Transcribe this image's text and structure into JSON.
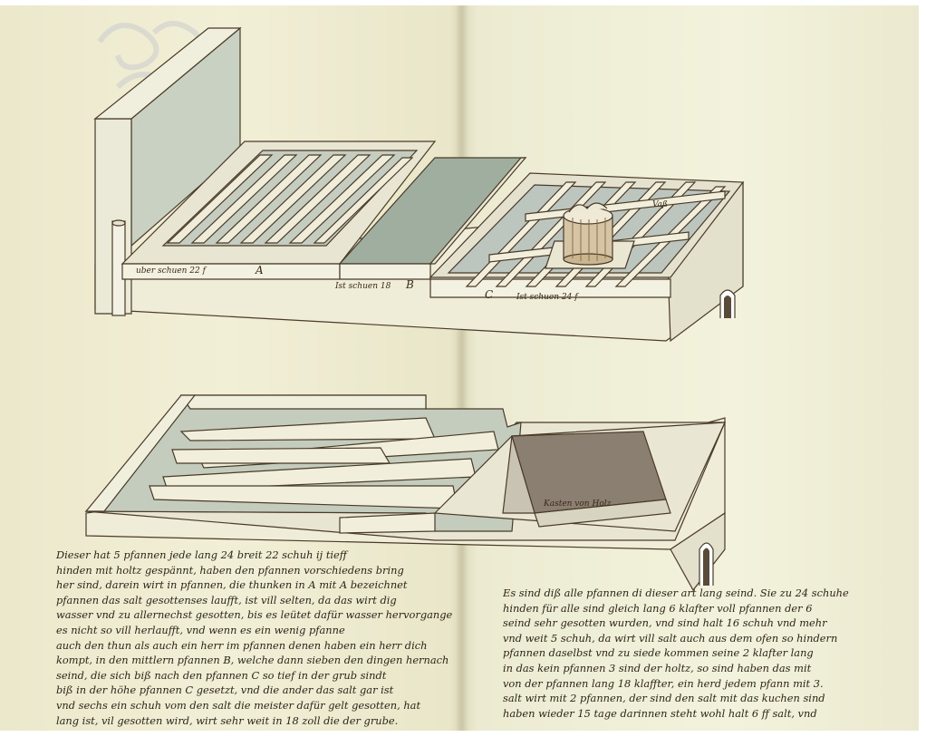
{
  "colors": {
    "paper": "#efecd4",
    "ink": "#2d2418",
    "pan_water": "#9fae9f",
    "pit_shadow": "#8b7f72"
  },
  "labels": {
    "pan_a": "uber schuen 22 f",
    "pan_a_letter": "A",
    "pan_b": "Ist schuen 18",
    "pan_b_letter": "B",
    "pan_c_letter": "C",
    "pan_c": "Ist schuen 24 f",
    "tub": "Vaß",
    "pit": "Kasten von Holz"
  },
  "text_left": [
    "Dieser hat 5 pfannen jede lang 24 breit 22 schuh ij tieff",
    "hinden mit holtz gespännt, haben den pfannen vorschiedens bring",
    "her sind, darein wirt in pfannen, die thunken in A mit A bezeichnet",
    "pfannen das salt gesottenses laufft, ist vill selten, da das wirt dig",
    "wasser vnd zu allernechst gesotten, bis es leütet dafür wasser hervorgange",
    "es nicht so vill herlaufft, vnd wenn es ein wenig pfanne",
    "auch den thun als auch ein herr im pfannen denen haben ein herr dich",
    "kompt, in den mittlern pfannen B, welche dann sieben den dingen hernach",
    "seind, die sich biß nach den pfannen C so tief in der grub sindt",
    "biß in der höhe pfannen C gesetzt, vnd die ander das salt gar ist",
    "vnd sechs ein schuh vom den salt die meister dafür gelt gesotten, hat",
    "lang ist, vil gesotten wird, wirt sehr weit in 18 zoll die der grube."
  ],
  "text_right": [
    "Es sind diß alle pfannen di dieser art lang seind. Sie zu 24 schuhe",
    "hinden für alle sind gleich lang 6 klafter voll pfannen der 6",
    "seind sehr gesotten wurden, vnd sind halt 16 schuh vnd mehr",
    "vnd weit 5 schuh, da wirt vill salt auch aus dem ofen so hindern",
    "pfannen daselbst vnd zu siede kommen seine 2 klafter lang",
    "in das kein pfannen 3 sind der holtz, so sind haben das mit",
    "von der pfannen lang 18 klaffter, ein herd jedem pfann mit 3.",
    "salt wirt mit 2 pfannen, der sind den salt mit das kuchen sind",
    "haben wieder 15 tage darinnen steht wohl halt 6 ff salt, vnd"
  ]
}
